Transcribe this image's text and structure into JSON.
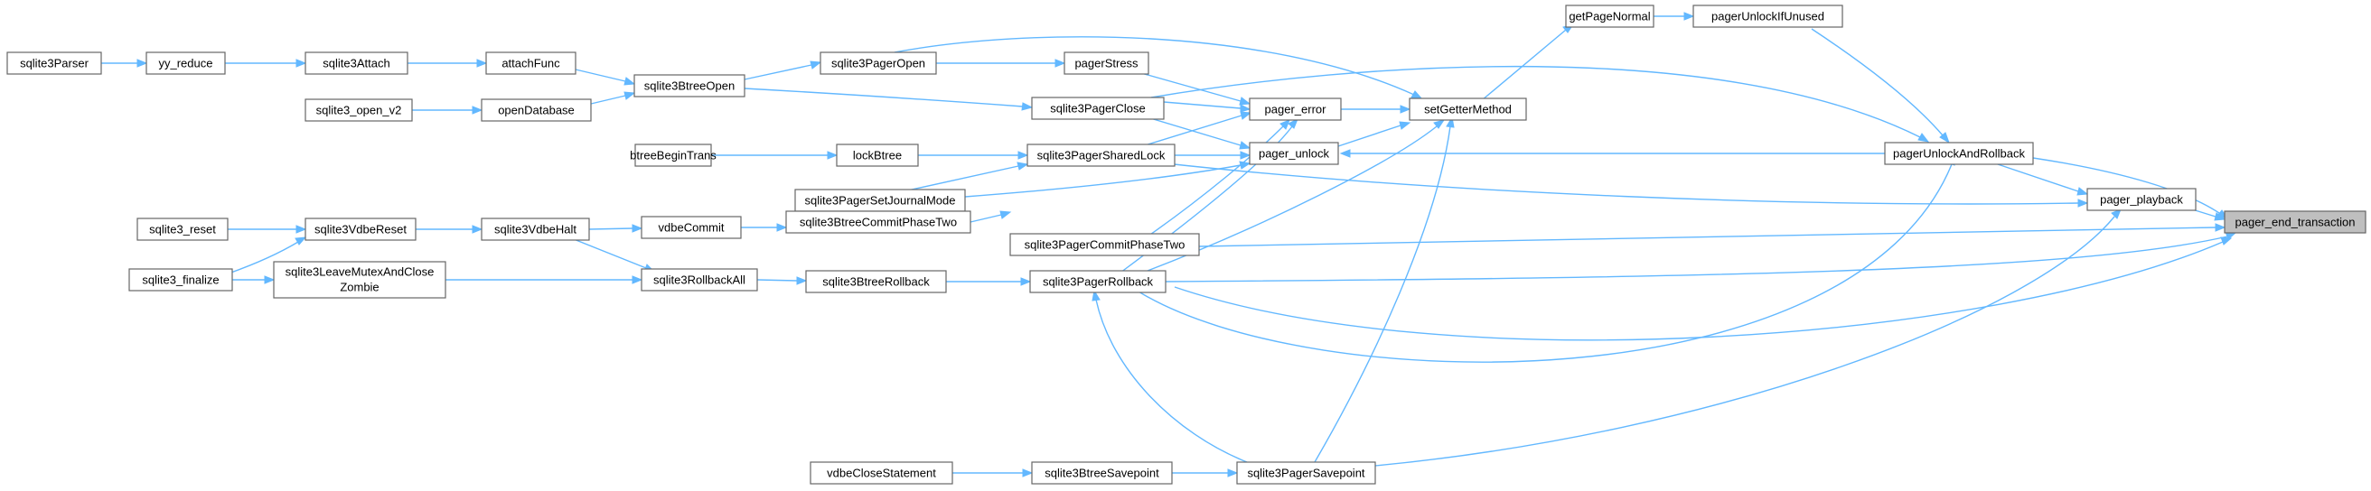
{
  "diagram": {
    "nodes": {
      "sqlite3Parser": "sqlite3Parser",
      "yy_reduce": "yy_reduce",
      "sqlite3Attach": "sqlite3Attach",
      "attachFunc": "attachFunc",
      "sqlite3BtreeOpen": "sqlite3BtreeOpen",
      "sqlite3_open_v2": "sqlite3_open_v2",
      "openDatabase": "openDatabase",
      "sqlite3PagerOpen": "sqlite3PagerOpen",
      "pagerStress": "pagerStress",
      "sqlite3PagerClose": "sqlite3PagerClose",
      "btreeBeginTrans": "btreeBeginTrans",
      "lockBtree": "lockBtree",
      "sqlite3PagerSharedLock": "sqlite3PagerSharedLock",
      "sqlite3PagerSetJournalMode": "sqlite3PagerSetJournalMode",
      "pager_error": "pager_error",
      "pager_unlock": "pager_unlock",
      "setGetterMethod": "setGetterMethod",
      "getPageNormal": "getPageNormal",
      "pagerUnlockIfUnused": "pagerUnlockIfUnused",
      "pagerUnlockAndRollback": "pagerUnlockAndRollback",
      "pager_playback": "pager_playback",
      "pager_end_transaction": "pager_end_transaction",
      "sqlite3_reset": "sqlite3_reset",
      "sqlite3VdbeReset": "sqlite3VdbeReset",
      "sqlite3VdbeHalt": "sqlite3VdbeHalt",
      "vdbeCommit": "vdbeCommit",
      "sqlite3BtreeCommitPhaseTwo": "sqlite3BtreeCommitPhaseTwo",
      "sqlite3PagerCommitPhaseTwo": "sqlite3PagerCommitPhaseTwo",
      "sqlite3_finalize": "sqlite3_finalize",
      "sqlite3LeaveMutexAndCloseZombie_l1": "sqlite3LeaveMutexAndClose",
      "sqlite3LeaveMutexAndCloseZombie_l2": "Zombie",
      "sqlite3RollbackAll": "sqlite3RollbackAll",
      "sqlite3BtreeRollback": "sqlite3BtreeRollback",
      "sqlite3PagerRollback": "sqlite3PagerRollback",
      "vdbeCloseStatement": "vdbeCloseStatement",
      "sqlite3BtreeSavepoint": "sqlite3BtreeSavepoint",
      "sqlite3PagerSavepoint": "sqlite3PagerSavepoint"
    },
    "colors": {
      "edge": "#63b8ff",
      "node_border": "#666666",
      "root_fill": "#bfbfbf"
    }
  }
}
